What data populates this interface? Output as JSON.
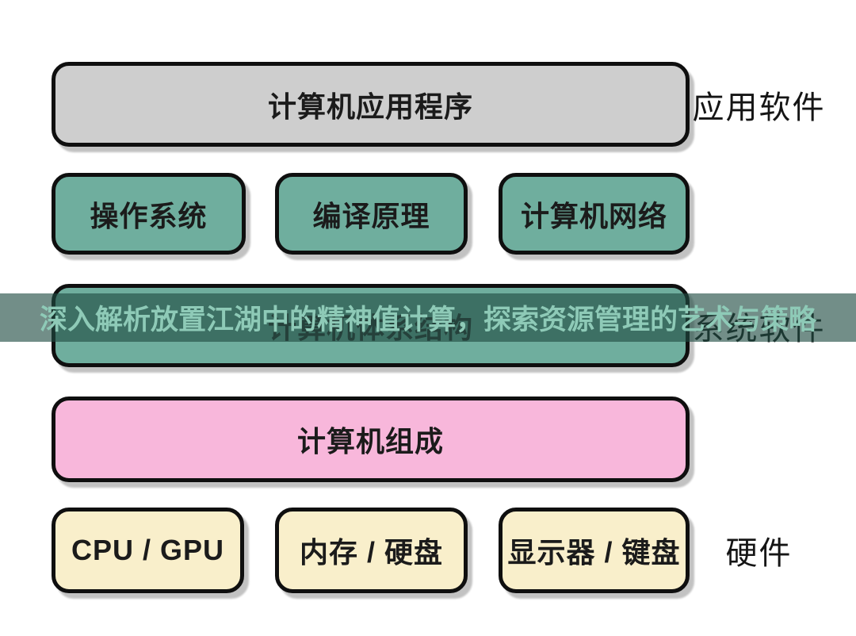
{
  "diagram": {
    "title_context": "computer layered architecture diagram",
    "boxes": {
      "app": {
        "label": "计算机应用程序"
      },
      "os": {
        "label": "操作系统"
      },
      "compiler": {
        "label": "编译原理"
      },
      "network": {
        "label": "计算机网络"
      },
      "architecture": {
        "label": "计算机体系结构"
      },
      "composition": {
        "label": "计算机组成"
      },
      "cpu_gpu": {
        "label": "CPU / GPU"
      },
      "memory_disk": {
        "label": "内存 / 硬盘"
      },
      "display_keyboard": {
        "label": "显示器 / 键盘"
      }
    },
    "side_labels": {
      "application_software": "应用软件",
      "system_software": "系统软件",
      "hardware": "硬件"
    },
    "overlay": {
      "headline": "深入解析放置江湖中的精神值计算，探索资源管理的艺术与策略"
    },
    "colors": {
      "background": "#ffffff",
      "app_box": "#cecece",
      "system_box": "#6fae9e",
      "composition_box": "#f8b7db",
      "hardware_box": "#f9efcb",
      "box_border": "#0f0f0f",
      "box_text": "#1b1b1b",
      "overlay_band": "rgba(32,76,66,0.63)",
      "overlay_text": "#8ecab7"
    }
  }
}
